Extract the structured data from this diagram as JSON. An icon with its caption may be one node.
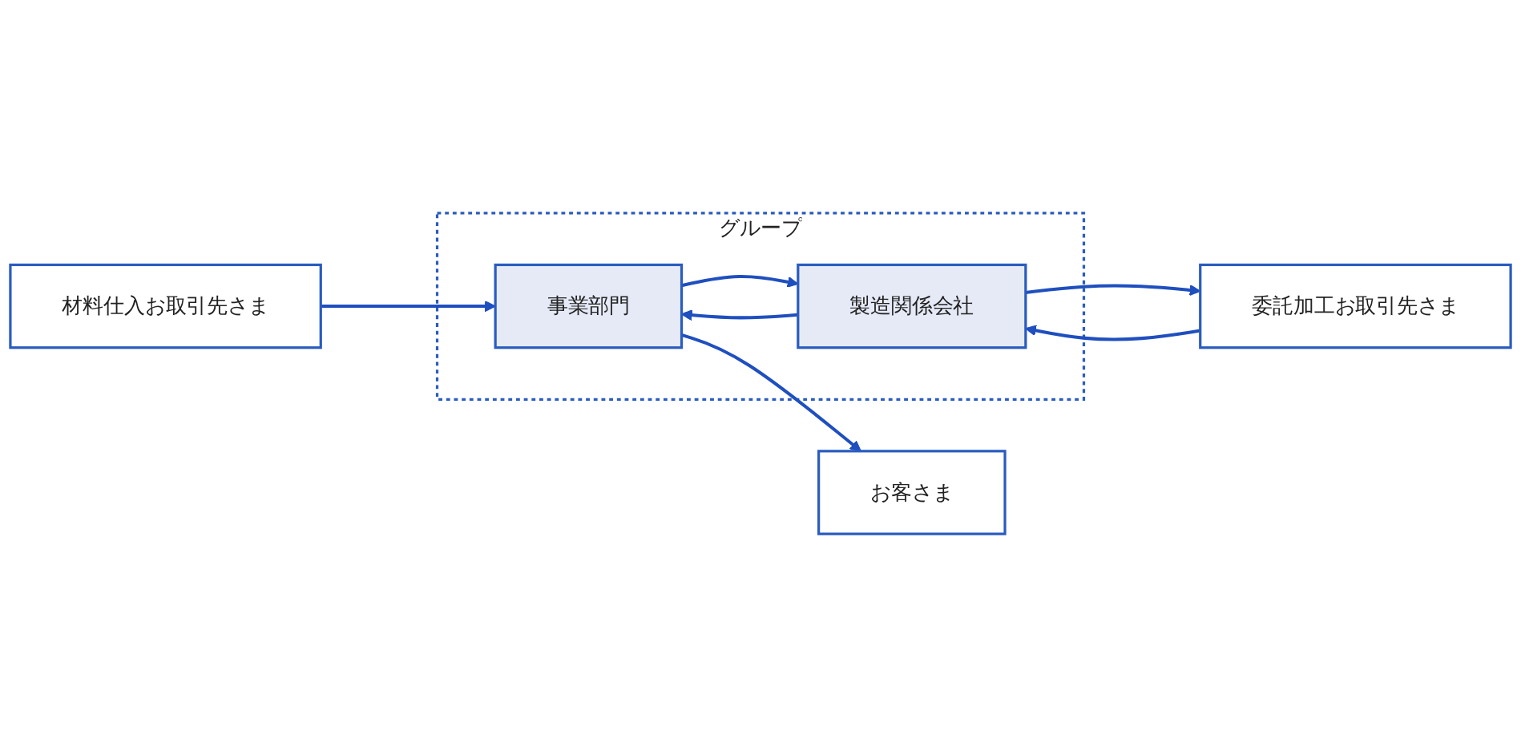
{
  "diagram": {
    "nodes": [
      {
        "text": [
          "材料仕入お取引先さま"
        ]
      },
      {
        "text": [
          "グループ"
        ]
      },
      {
        "text": [
          "事業部門"
        ],
        "in": 1
      },
      {
        "text": [
          "製造関係会社"
        ],
        "in": 1
      },
      {
        "text": [
          "お客さま"
        ]
      },
      {
        "text": [
          "委託加工お取引先さま"
        ]
      }
    ],
    "edges": [
      {
        "from": 0,
        "to": 2,
        "arrow": "to"
      },
      {
        "from": 2,
        "to": 4,
        "arrow": "to"
      },
      {
        "from": 2,
        "to": 3,
        "arrow": "to"
      },
      {
        "from": 3,
        "to": 2,
        "arrow": "to"
      },
      {
        "from": 5,
        "to": 3,
        "arrow": "to"
      },
      {
        "from": 3,
        "to": 5,
        "arrow": "to"
      }
    ]
  }
}
